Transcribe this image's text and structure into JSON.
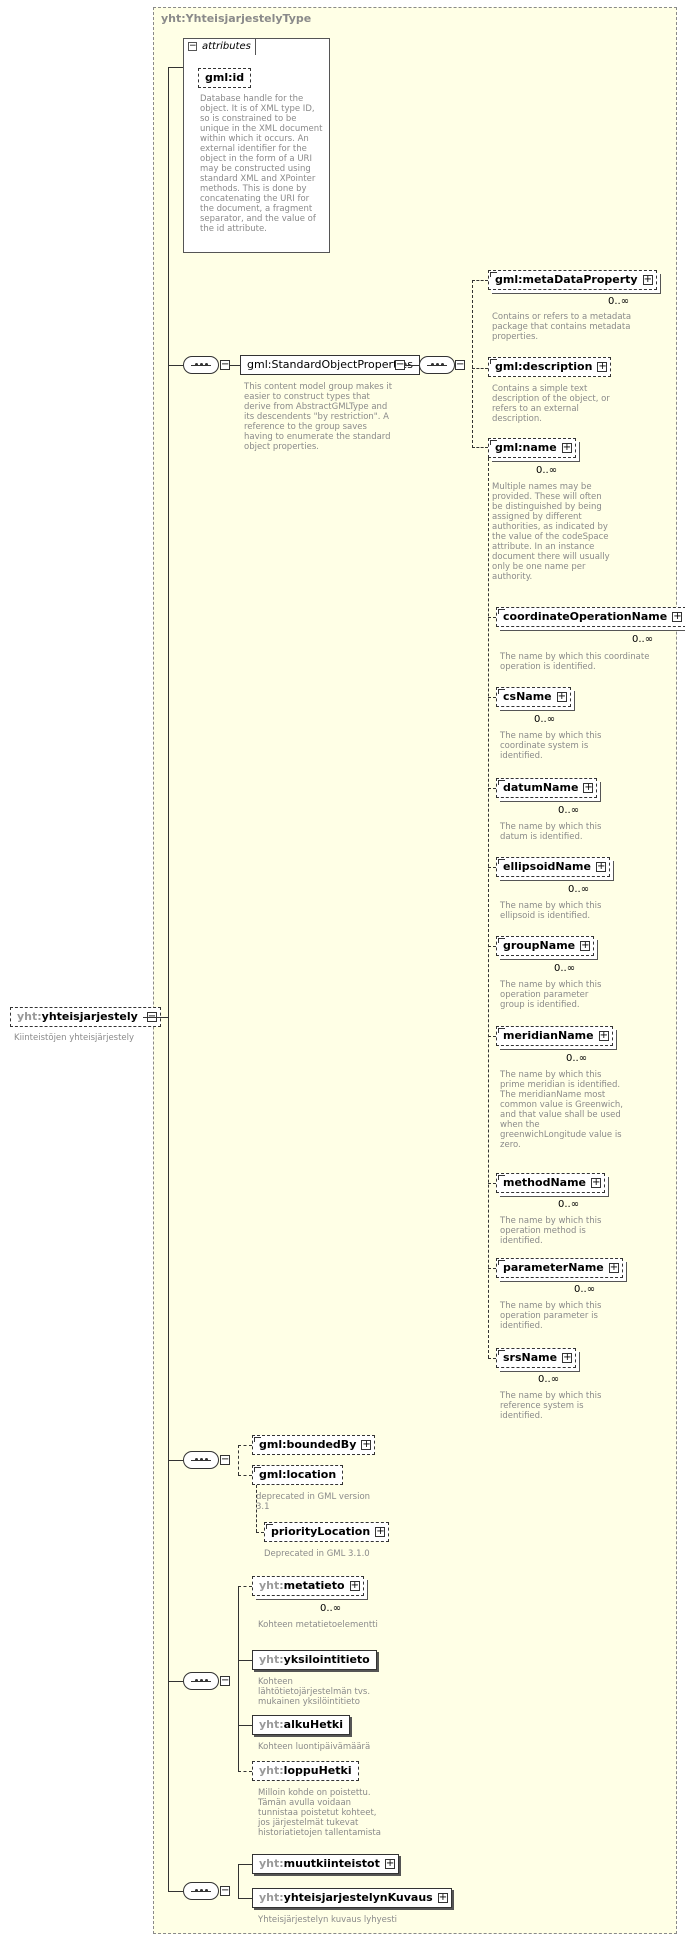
{
  "type_title": "yht:YhteisjarjestelyType",
  "attributes_label": "attributes",
  "gml_id": {
    "label": "gml:id",
    "desc": "Database handle for the object.  It is of XML type ID, so is constrained to be unique in the XML document within which it occurs.  An external identifier for the object in the form of a URI may be constructed using standard XML and XPointer methods.  This is done by concatenating the URI for the document, a fragment separator, and the value of the id attribute."
  },
  "root": {
    "prefix": "yht:",
    "name": "yhteisjarjestely",
    "desc": "Kiinteistöjen yhteisjärjestely"
  },
  "standard_group": {
    "label": "gml:StandardObjectProperties",
    "desc": "This content model group makes it easier to construct types that derive from AbstractGMLType and its descendents \"by restriction\".  A reference to the group saves having to enumerate the standard object properties."
  },
  "std_elements": [
    {
      "name": "gml:metaDataProperty",
      "card": "0..∞",
      "desc": "Contains or refers to a metadata package that contains metadata properties."
    },
    {
      "name": "gml:description",
      "card": "",
      "desc": "Contains a simple text description of the object, or refers to an external description."
    },
    {
      "name": "gml:name",
      "card": "0..∞",
      "desc": "Multiple names may be provided.  These will often be distinguished by being assigned by different authorities, as indicated by the value of the codeSpace attribute.  In an instance document there will usually only be one name per authority."
    }
  ],
  "name_elements": [
    {
      "name": "coordinateOperationName",
      "card": "0..∞",
      "desc": "The name by which this coordinate operation is identified."
    },
    {
      "name": "csName",
      "card": "0..∞",
      "desc": "The name by which this coordinate system is identified."
    },
    {
      "name": "datumName",
      "card": "0..∞",
      "desc": "The name by which this datum is identified."
    },
    {
      "name": "ellipsoidName",
      "card": "0..∞",
      "desc": "The name by which this ellipsoid is identified."
    },
    {
      "name": "groupName",
      "card": "0..∞",
      "desc": "The name by which this operation parameter group is identified."
    },
    {
      "name": "meridianName",
      "card": "0..∞",
      "desc": "The name by which this prime meridian is identified. The meridianName most common value is Greenwich, and that value shall be used when the greenwichLongitude value is zero."
    },
    {
      "name": "methodName",
      "card": "0..∞",
      "desc": "The name by which this operation method is identified."
    },
    {
      "name": "parameterName",
      "card": "0..∞",
      "desc": "The name by which this operation parameter is identified."
    },
    {
      "name": "srsName",
      "card": "0..∞",
      "desc": "The name by which this reference system is identified."
    }
  ],
  "bounded_by": {
    "name": "gml:boundedBy"
  },
  "location": {
    "name": "gml:location",
    "desc": "deprecated in GML version 3.1"
  },
  "priority_location": {
    "name": "priorityLocation",
    "desc": "Deprecated in GML 3.1.0"
  },
  "yht_elements": [
    {
      "prefix": "yht:",
      "name": "metatieto",
      "card": "0..∞",
      "desc": "Kohteen metatietoelementti"
    },
    {
      "prefix": "yht:",
      "name": "yksilointitieto",
      "card": "",
      "desc": "Kohteen lähtötietojärjestelmän tvs. mukainen yksilöintitieto"
    },
    {
      "prefix": "yht:",
      "name": "alkuHetki",
      "card": "",
      "desc": "Kohteen luontipäivämäärä"
    },
    {
      "prefix": "yht:",
      "name": "loppuHetki",
      "card": "",
      "desc": "Milloin kohde on poistettu. Tämän avulla voidaan tunnistaa poistetut kohteet, jos järjestelmät tukevat historiatietojen tallentamista"
    }
  ],
  "last_elements": [
    {
      "prefix": "yht:",
      "name": "muutkiinteistot",
      "desc": ""
    },
    {
      "prefix": "yht:",
      "name": "yhteisjarjestelynKuvaus",
      "desc": "Yhteisjärjestelyn kuvaus lyhyesti"
    }
  ],
  "symbols": {
    "expand": "+",
    "collapse": "−"
  }
}
